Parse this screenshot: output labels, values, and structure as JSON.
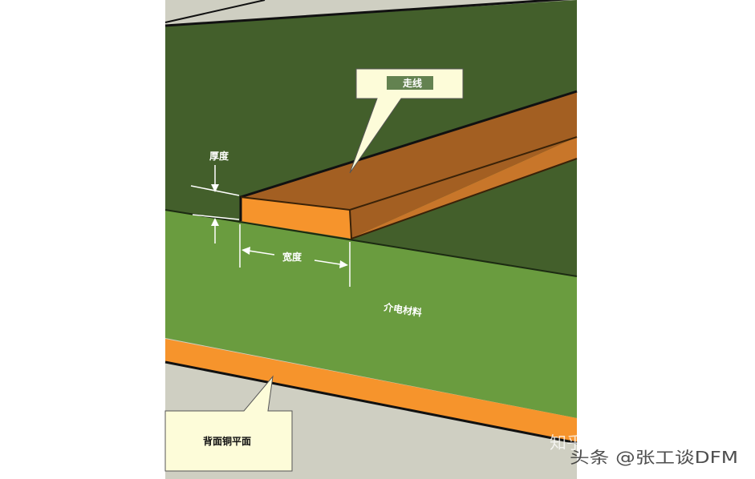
{
  "labels": {
    "trace": "走线",
    "thickness": "厚度",
    "width": "宽度",
    "dielectric": "介电材料",
    "back_plane": "背面铜平面"
  },
  "watermark": {
    "line1": "知乎 @张工谈DFM",
    "line2": "头条 @张工谈DFM"
  },
  "colors": {
    "top_dark_green": "#435f2b",
    "dielectric_green": "#6a9c3f",
    "trace_top": "#a35f22",
    "trace_front": "#f6942c",
    "trace_side": "#c8762a",
    "copper_plane": "#f6942c",
    "callout_fill": "#fdfcd9",
    "background_gray": "#cfcfc2"
  }
}
